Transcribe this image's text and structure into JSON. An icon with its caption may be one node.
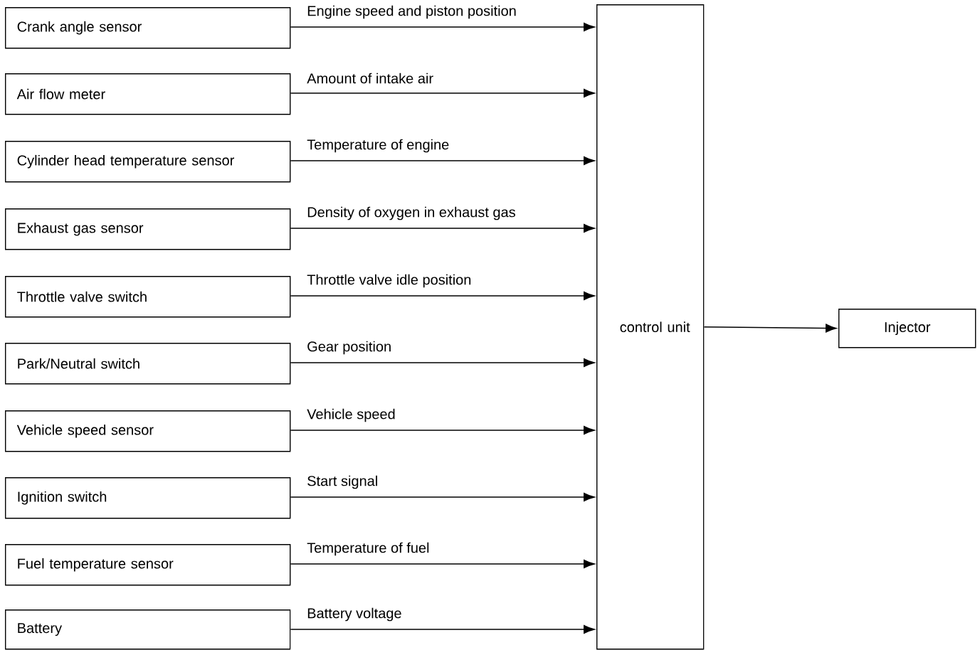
{
  "diagram": {
    "nodes": [
      {
        "text": [
          "Crank angle sensor"
        ]
      },
      {
        "text": [
          "Air flow meter"
        ]
      },
      {
        "text": [
          "Cylinder head temperature sensor"
        ]
      },
      {
        "text": [
          "Exhaust gas sensor"
        ]
      },
      {
        "text": [
          "Throttle valve switch"
        ]
      },
      {
        "text": [
          "Park/Neutral switch"
        ]
      },
      {
        "text": [
          "Vehicle speed sensor"
        ]
      },
      {
        "text": [
          "Ignition switch"
        ]
      },
      {
        "text": [
          "Fuel temperature sensor"
        ]
      },
      {
        "text": [
          "Battery"
        ]
      },
      {
        "text": [
          "control unit"
        ]
      },
      {
        "text": [
          "Injector"
        ]
      }
    ],
    "edges": [
      {
        "from": 0,
        "to": 10,
        "arrow": "to",
        "label": "Engine speed and piston position"
      },
      {
        "from": 1,
        "to": 10,
        "arrow": "to",
        "label": "Amount of intake air"
      },
      {
        "from": 2,
        "to": 10,
        "arrow": "to",
        "label": "Temperature of engine"
      },
      {
        "from": 3,
        "to": 10,
        "arrow": "to",
        "label": "Density of oxygen in exhaust gas"
      },
      {
        "from": 4,
        "to": 10,
        "arrow": "to",
        "label": "Throttle valve idle position"
      },
      {
        "from": 5,
        "to": 10,
        "arrow": "to",
        "label": "Gear position"
      },
      {
        "from": 6,
        "to": 10,
        "arrow": "to",
        "label": "Vehicle speed"
      },
      {
        "from": 7,
        "to": 10,
        "arrow": "to",
        "label": "Start signal"
      },
      {
        "from": 8,
        "to": 10,
        "arrow": "to",
        "label": "Temperature of fuel"
      },
      {
        "from": 9,
        "to": 10,
        "arrow": "to",
        "label": "Battery voltage"
      },
      {
        "from": 10,
        "to": 11,
        "arrow": "to"
      }
    ]
  }
}
